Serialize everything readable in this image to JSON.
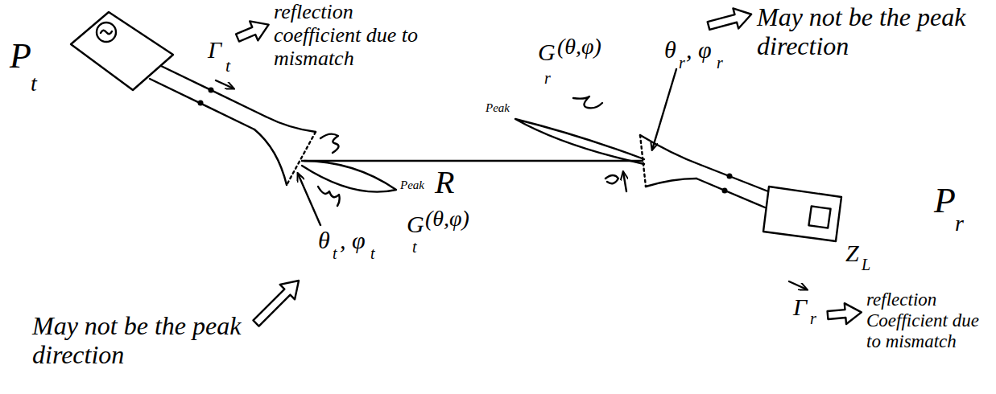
{
  "diagram": {
    "labels": [
      "P",
      "t",
      "Γ",
      "t",
      "reflection coefficient due to mismatch",
      "Peak",
      "G",
      "(θ,φ)",
      "t",
      "θ",
      "t",
      ", φ",
      "t",
      "May not be the peak direction",
      "R",
      "Peak",
      "G",
      "(θ,φ)",
      "r",
      "θ",
      "r",
      ", φ",
      "r",
      "May not be the peak direction",
      "P",
      "r",
      "Z",
      "L",
      "Γ",
      "r",
      "reflection Coefficient due to mismatch"
    ]
  }
}
